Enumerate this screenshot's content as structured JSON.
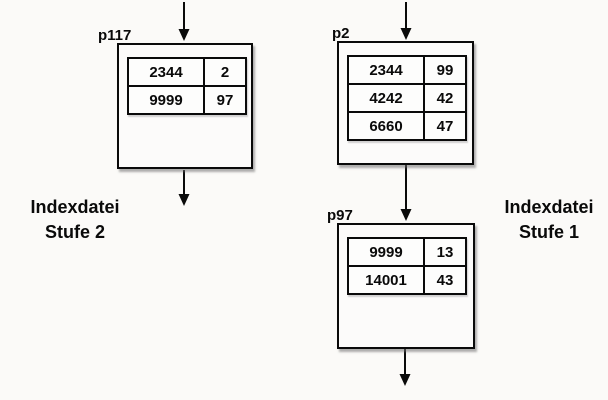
{
  "captions": {
    "left": {
      "line1": "Indexdatei",
      "line2": "Stufe 2"
    },
    "right": {
      "line1": "Indexdatei",
      "line2": "Stufe 1"
    }
  },
  "nodes": [
    {
      "label": "p117",
      "rows": [
        [
          "2344",
          "2"
        ],
        [
          "9999",
          "97"
        ]
      ]
    },
    {
      "label": "p2",
      "rows": [
        [
          "2344",
          "99"
        ],
        [
          "4242",
          "42"
        ],
        [
          "6660",
          "47"
        ]
      ]
    },
    {
      "label": "p97",
      "rows": [
        [
          "9999",
          "13"
        ],
        [
          "14001",
          "43"
        ]
      ]
    }
  ],
  "colors": {
    "background": "#fbfaf8",
    "ink": "#0a0a0a"
  }
}
